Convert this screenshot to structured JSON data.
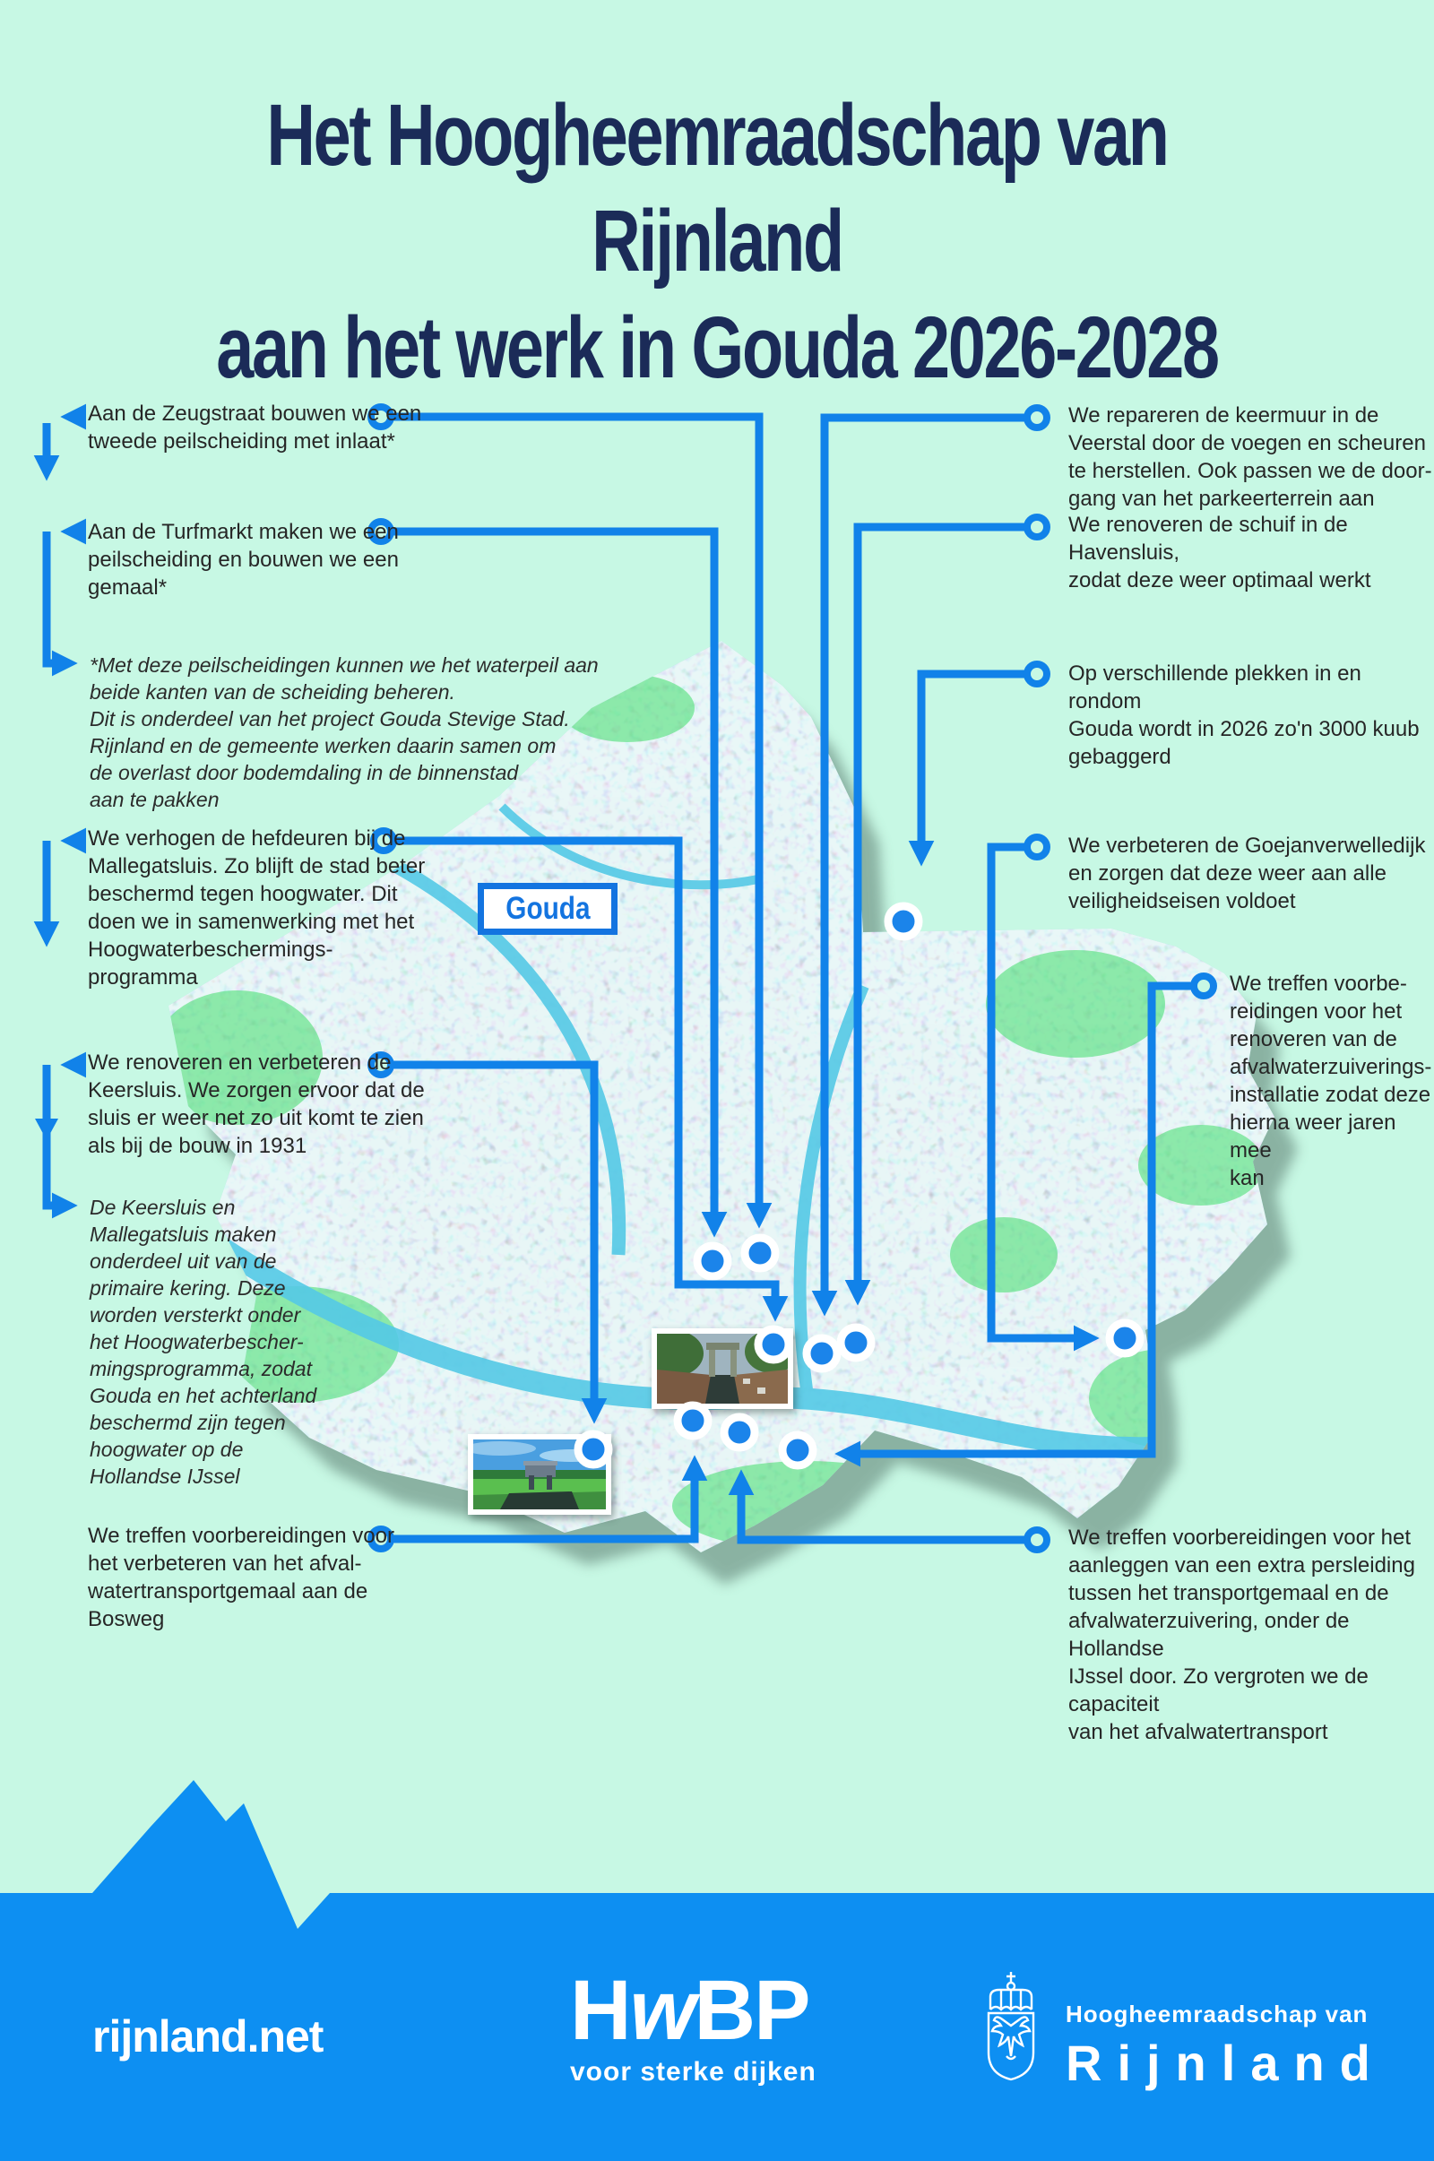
{
  "title": {
    "line1": "Het Hoogheemraadschap van Rijnland",
    "line2": "aan het werk in Gouda 2026-2028"
  },
  "map": {
    "city_label": "Gouda",
    "photos": [
      {
        "name": "mallegatsluis-lock-photo"
      },
      {
        "name": "keersluis-weir-photo"
      }
    ]
  },
  "annotations": {
    "zeugstraat": {
      "text": "Aan de Zeugstraat bouwen we een\ntweede peilscheiding met inlaat*"
    },
    "turfmarkt": {
      "text": "Aan de Turfmarkt maken we een\npeilscheiding en bouwen we een\ngemaal*"
    },
    "footnote_peilscheidingen": {
      "text": "*Met deze peilscheidingen kunnen we het waterpeil aan\nbeide kanten van de scheiding beheren.\nDit is onderdeel van het project Gouda Stevige Stad.\nRijnland en de gemeente werken daarin samen om\nde overlast door bodemdaling in de binnenstad\naan te pakken"
    },
    "mallegatsluis": {
      "text": "We verhogen de hefdeuren bij de\nMallegatsluis. Zo blijft de stad beter\nbeschermd tegen hoogwater. Dit\ndoen we in samenwerking met het\nHoogwaterbeschermings-\nprogramma"
    },
    "keersluis": {
      "text": "We renoveren en verbeteren de\nKeersluis. We zorgen ervoor dat de\nsluis er weer net zo uit komt te zien\nals bij de bouw in 1931"
    },
    "footnote_keersluis": {
      "text": "De Keersluis en\nMallegatsluis maken\nonderdeel uit van de\nprimaire kering. Deze\nworden versterkt onder\nhet Hoogwaterbescher-\nmingsprogramma, zodat\nGouda en het achterland\nbeschermd zijn tegen\nhoogwater op de\nHollandse IJssel"
    },
    "bosweg": {
      "text": "We treffen voorbereidingen voor\nhet verbeteren van het afval-\nwatertransportgemaal aan de\nBosweg"
    },
    "veerstal": {
      "text": "We repareren de keermuur in de\nVeerstal door de voegen en scheuren\nte herstellen. Ook passen we de door-\ngang van het parkeerterrein aan"
    },
    "havensluis": {
      "text": "We renoveren de schuif in de Havensluis,\nzodat deze weer optimaal werkt"
    },
    "baggeren": {
      "text": "Op verschillende plekken in en rondom\nGouda wordt in 2026 zo'n 3000 kuub\ngebaggerd"
    },
    "goejanverwelledijk": {
      "text": "We verbeteren de Goejanverwelledijk\nen zorgen dat deze weer aan alle\nveiligheidseisen voldoet"
    },
    "afvalwaterzuivering": {
      "text": "We treffen voorbe-\nreidingen voor het\nrenoveren van de\nafvalwaterzuiverings-\ninstallatie zodat deze\nhierna weer jaren mee\nkan"
    },
    "persleiding": {
      "text": "We treffen voorbereidingen voor het\naanleggen van een extra persleiding\ntussen het transportgemaal en de\nafvalwaterzuivering, onder de Hollandse\nIJssel door. Zo vergroten we de capaciteit\nvan het afvalwatertransport"
    }
  },
  "footer": {
    "website": "rijnland.net",
    "hwbp_logo": {
      "h": "H",
      "w": "w",
      "bp": "BP",
      "tagline": "voor sterke dijken"
    },
    "rijnland_logo": {
      "line1": "Hoogheemraadschap van",
      "line2": "Rijnland"
    }
  },
  "colors": {
    "background_mint": "#c7f8e4",
    "title_navy": "#1b2b58",
    "callout_blue": "#1182e9",
    "footer_blue": "#0d8ff2",
    "sign_blue": "#1374e0",
    "map_base_turquoise": "#8fd6d4",
    "text_dark": "#262626"
  },
  "icons": {
    "map_marker_dot": "blue dot with white ring",
    "callout_ring": "open blue circle",
    "arrowhead": "filled blue triangle",
    "rijnland_crest": "crowned shield with double eagle",
    "footer_mountain": "dune silhouette on footer edge"
  }
}
